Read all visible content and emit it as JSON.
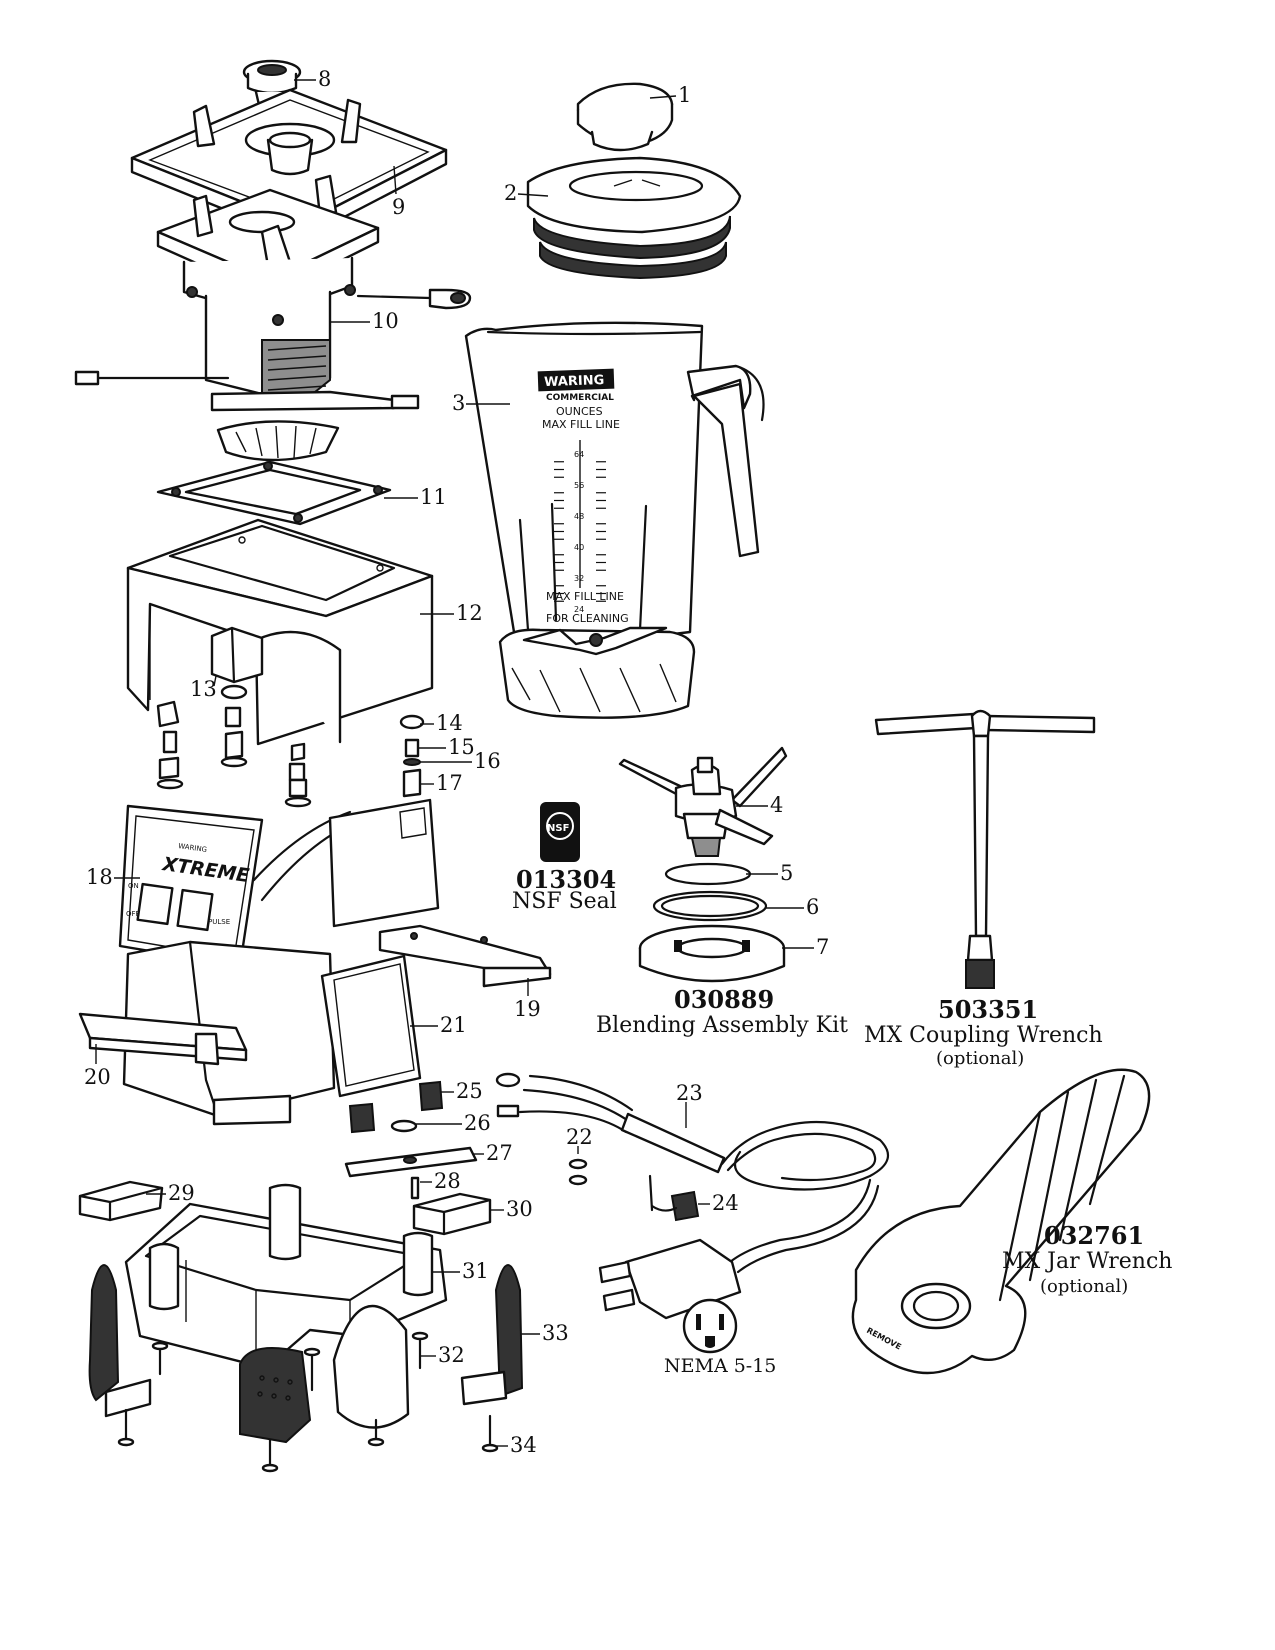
{
  "callouts": {
    "c1": "1",
    "c2": "2",
    "c3": "3",
    "c4": "4",
    "c5": "5",
    "c6": "6",
    "c7": "7",
    "c8": "8",
    "c9": "9",
    "c10": "10",
    "c11": "11",
    "c12": "12",
    "c13": "13",
    "c14": "14",
    "c15": "15",
    "c16": "16",
    "c17": "17",
    "c18": "18",
    "c19": "19",
    "c20": "20",
    "c21": "21",
    "c22": "22",
    "c23": "23",
    "c24": "24",
    "c25": "25",
    "c26": "26",
    "c27": "27",
    "c28": "28",
    "c29": "29",
    "c30": "30",
    "c31": "31",
    "c32": "32",
    "c33": "33",
    "c34": "34"
  },
  "kits": {
    "nsf": {
      "number": "013304",
      "name": "NSF Seal",
      "badge": "NSF"
    },
    "blending": {
      "number": "030889",
      "name": "Blending Assembly Kit"
    },
    "coupling": {
      "number": "503351",
      "name": "MX Coupling Wrench",
      "note": "(optional)"
    },
    "jar_wrench": {
      "number": "032761",
      "name": "MX Jar Wrench",
      "note": "(optional)",
      "remove_text": "REMOVE"
    }
  },
  "jar": {
    "brand": "WARING",
    "brand_sub": "COMMERCIAL",
    "units": "OUNCES",
    "max_fill": "MAX FILL LINE",
    "cleaning_line1": "MAX FILL LINE",
    "cleaning_line2": "FOR CLEANING",
    "ticks": [
      "64",
      "56",
      "48",
      "40",
      "32",
      "24"
    ]
  },
  "control_panel": {
    "brand": "XTREME",
    "small_brand": "WARING",
    "on_label": "ON",
    "off_label": "OFF",
    "pulse_label": "PULSE"
  },
  "plug": {
    "label": "NEMA 5-15"
  }
}
